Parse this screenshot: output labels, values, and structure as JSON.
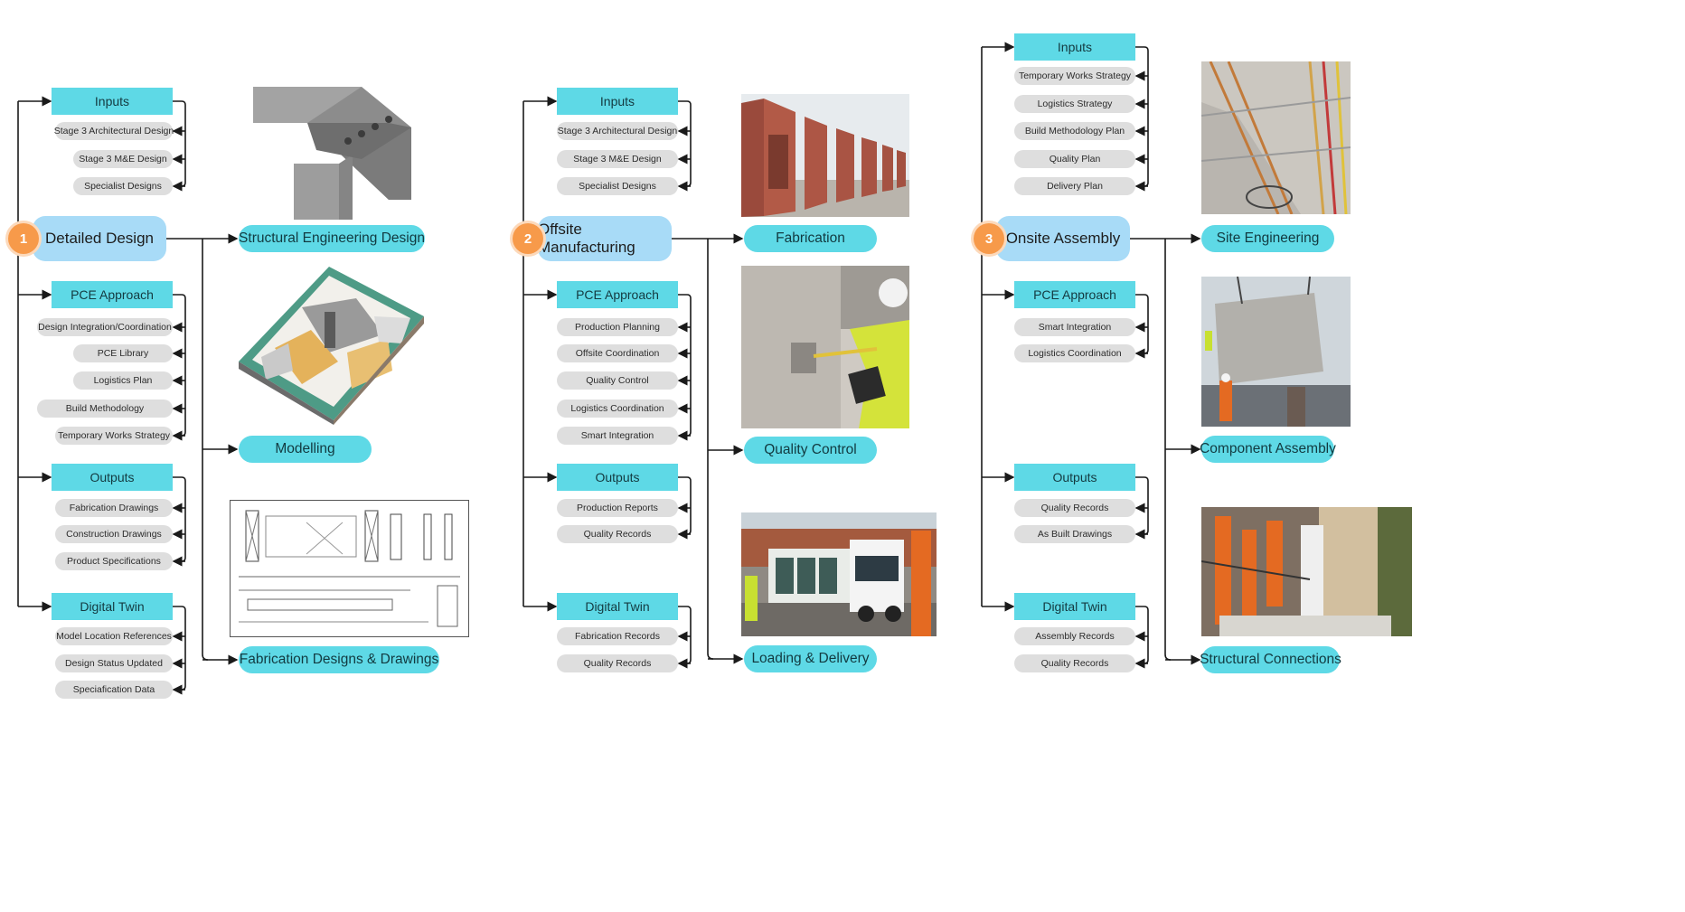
{
  "stages": [
    {
      "number": "1",
      "title": "Detailed Design",
      "groups": [
        {
          "header": "Inputs",
          "items": [
            "Stage 3 Architectural Design",
            "Stage 3 M&E Design",
            "Specialist Designs"
          ]
        },
        {
          "header": "PCE Approach",
          "items": [
            "Design Integration/Coordination",
            "PCE Library",
            "Logistics Plan",
            "Build Methodology",
            "Temporary Works Strategy"
          ]
        },
        {
          "header": "Outputs",
          "items": [
            "Fabrication Drawings",
            "Construction Drawings",
            "Product Specifications"
          ]
        },
        {
          "header": "Digital Twin",
          "items": [
            "Model Location References",
            "Design Status Updated",
            "Speciafication Data"
          ]
        }
      ],
      "branches": [
        "Structural Engineering Design",
        "Modelling",
        "Fabrication Designs & Drawings"
      ]
    },
    {
      "number": "2",
      "title": "Offsite Manufacturing",
      "groups": [
        {
          "header": "Inputs",
          "items": [
            "Stage 3 Architectural Design",
            "Stage 3 M&E Design",
            "Specialist Designs"
          ]
        },
        {
          "header": "PCE Approach",
          "items": [
            "Production Planning",
            "Offsite Coordination",
            "Quality Control",
            "Logistics Coordination",
            "Smart Integration"
          ]
        },
        {
          "header": "Outputs",
          "items": [
            "Production Reports",
            "Quality Records"
          ]
        },
        {
          "header": "Digital Twin",
          "items": [
            "Fabrication Records",
            "Quality Records"
          ]
        }
      ],
      "branches": [
        "Fabrication",
        "Quality Control",
        "Loading & Delivery"
      ]
    },
    {
      "number": "3",
      "title": "Onsite Assembly",
      "groups": [
        {
          "header": "Inputs",
          "items": [
            "Temporary Works Strategy",
            "Logistics Strategy",
            "Build Methodology Plan",
            "Quality Plan",
            "Delivery Plan"
          ]
        },
        {
          "header": "PCE Approach",
          "items": [
            "Smart Integration",
            "Logistics Coordination"
          ]
        },
        {
          "header": "Outputs",
          "items": [
            "Quality Records",
            "As Built Drawings"
          ]
        },
        {
          "header": "Digital Twin",
          "items": [
            "Assembly Records",
            "Quality Records"
          ]
        }
      ],
      "branches": [
        "Site Engineering",
        "Component Assembly",
        "Structural Connections"
      ]
    }
  ]
}
